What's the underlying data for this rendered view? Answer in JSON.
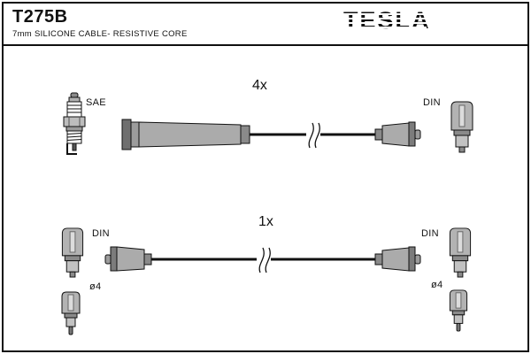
{
  "header": {
    "part_number": "T275B",
    "subtitle": "7mm SILICONE CABLE- RESISTIVE CORE",
    "brand": "TESLA"
  },
  "top_assembly": {
    "quantity": "4x",
    "plug_end_label": "SAE",
    "terminal_end_label": "DIN"
  },
  "bottom_assembly": {
    "quantity": "1x",
    "left_terminal_label": "DIN",
    "right_terminal_label": "DIN",
    "left_pin_diameter": "ø4",
    "right_pin_diameter": "ø4"
  },
  "icons": {
    "spark_plug": "spark-plug-icon",
    "din_terminal": "din-terminal-icon",
    "pin_terminal": "pin-terminal-icon"
  },
  "colors": {
    "ink": "#111111",
    "connector_gray": "#aaaaaa",
    "background": "#ffffff"
  }
}
